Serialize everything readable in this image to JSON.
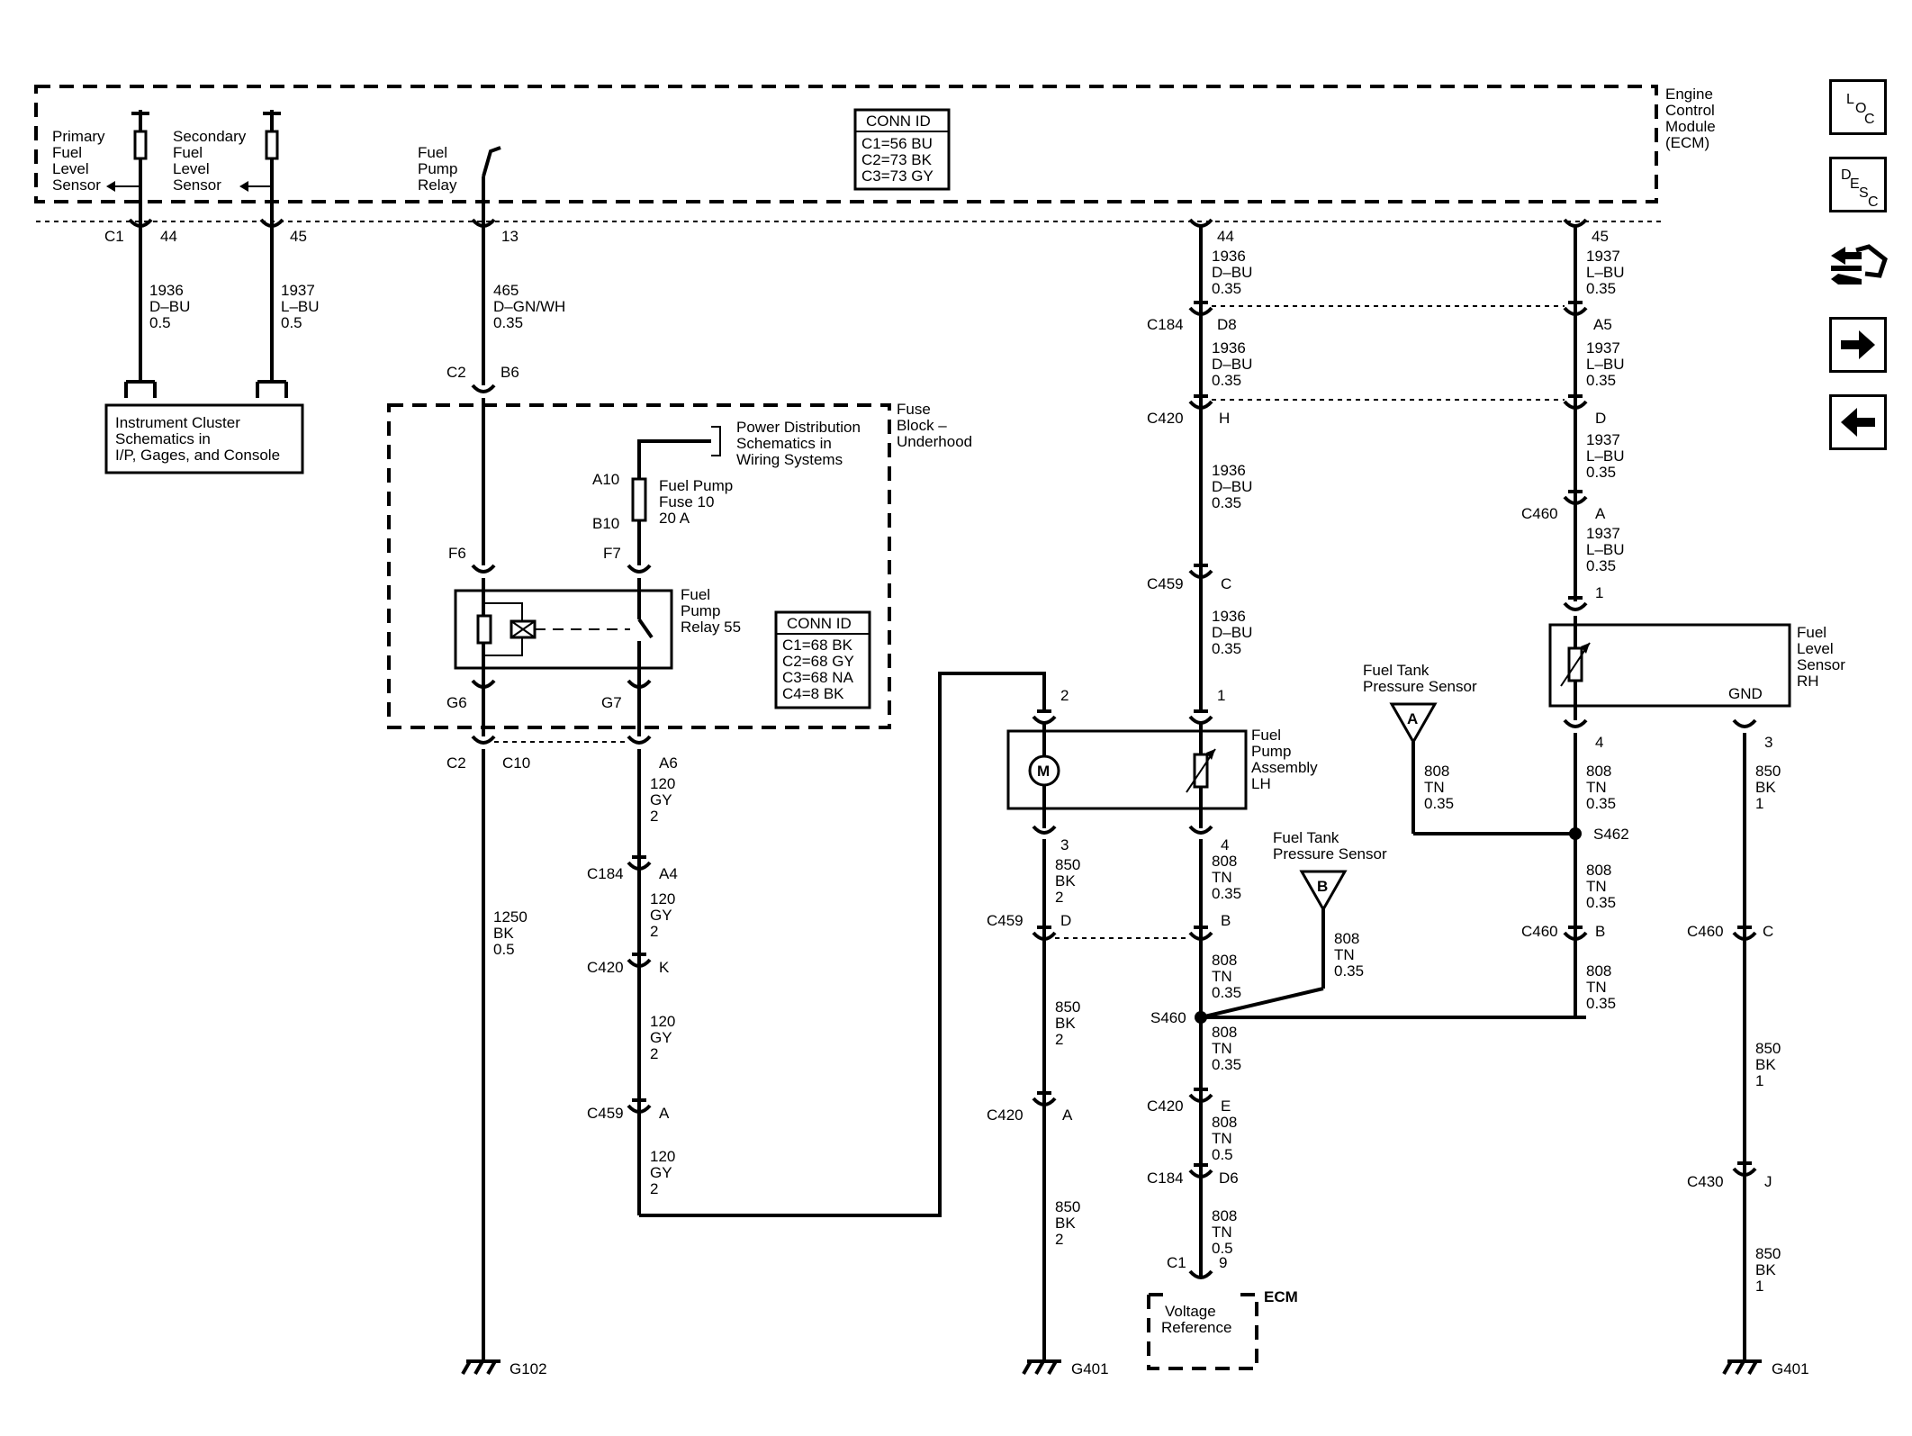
{
  "ecm": {
    "title_lines": [
      "Engine",
      "Control",
      "Module",
      "(ECM)"
    ]
  },
  "ecm_conn": {
    "title": "CONN ID",
    "lines": [
      "C1=56 BU",
      "C2=73 BK",
      "C3=73 GY"
    ]
  },
  "relay_conn": {
    "title": "CONN ID",
    "lines": [
      "C1=68 BK",
      "C2=68 GY",
      "C3=68 NA",
      "C4=8 BK"
    ]
  },
  "ecm_inputs": {
    "primary": [
      "Primary",
      "Fuel",
      "Level",
      "Sensor"
    ],
    "secondary": [
      "Secondary",
      "Fuel",
      "Level",
      "Sensor"
    ],
    "relay": [
      "Fuel",
      "Pump",
      "Relay"
    ]
  },
  "pins": {
    "c1_44": "44",
    "c1_45": "45",
    "c1_13": "13",
    "ecm_44": "44",
    "ecm_45": "45",
    "b6": "B6",
    "f6": "F6",
    "f7": "F7",
    "g6": "G6",
    "g7": "G7",
    "c10": "C10",
    "a10": "A10",
    "b10": "B10",
    "a6": "A6",
    "a4": "A4",
    "k": "K",
    "a": "A",
    "d8": "D8",
    "h": "H",
    "c": "C",
    "p1": "1",
    "p2": "2",
    "p3": "3",
    "p4": "4",
    "b": "B",
    "d": "D",
    "a_c420": "A",
    "e": "E",
    "d6": "D6",
    "p9": "9",
    "a5": "A5",
    "d_r": "D",
    "a_r": "A",
    "p1_r": "1",
    "p4_r": "4",
    "p3_r": "3",
    "b_r": "B",
    "c_r": "C",
    "j_r": "J"
  },
  "connectors": {
    "c1": "C1",
    "c2_top": "C2",
    "c2_bottom": "C2",
    "c184_mid": "C184",
    "c420_mid": "C420",
    "c459_mid": "C459",
    "c184_left": "C184",
    "c420_left": "C420",
    "c459_left": "C459",
    "c459_pump": "C459",
    "c420_pump": "C420",
    "c420_low": "C420",
    "c184_low": "C184",
    "c1_low": "C1",
    "c460_a": "C460",
    "c460_b": "C460",
    "c460_c": "C460",
    "c430": "C430",
    "s460": "S460",
    "s462": "S462"
  },
  "wires": {
    "w1936_a": [
      "1936",
      "D–BU",
      "0.5"
    ],
    "w1937_a": [
      "1937",
      "L–BU",
      "0.5"
    ],
    "w465": [
      "465",
      "D–GN/WH",
      "0.35"
    ],
    "w1250": [
      "1250",
      "BK",
      "0.5"
    ],
    "w120_a": [
      "120",
      "GY",
      "2"
    ],
    "w120_b": [
      "120",
      "GY",
      "2"
    ],
    "w120_c": [
      "120",
      "GY",
      "2"
    ],
    "w120_d": [
      "120",
      "GY",
      "2"
    ],
    "w1936_b": [
      "1936",
      "D–BU",
      "0.35"
    ],
    "w1936_c": [
      "1936",
      "D–BU",
      "0.35"
    ],
    "w1936_d": [
      "1936",
      "D–BU",
      "0.35"
    ],
    "w1936_e": [
      "1936",
      "D–BU",
      "0.35"
    ],
    "w1937_b": [
      "1937",
      "L–BU",
      "0.35"
    ],
    "w1937_c": [
      "1937",
      "L–BU",
      "0.35"
    ],
    "w1937_d": [
      "1937",
      "L–BU",
      "0.35"
    ],
    "w1937_e": [
      "1937",
      "L–BU",
      "0.35"
    ],
    "w850_a": [
      "850",
      "BK",
      "2"
    ],
    "w850_b": [
      "850",
      "BK",
      "2"
    ],
    "w850_c": [
      "850",
      "BK",
      "2"
    ],
    "w808_a": [
      "808",
      "TN",
      "0.35"
    ],
    "w808_b": [
      "808",
      "TN",
      "0.35"
    ],
    "w808_c": [
      "808",
      "TN",
      "0.35"
    ],
    "w808_d": [
      "808",
      "TN",
      "0.35"
    ],
    "w808_e": [
      "808",
      "TN",
      "0.5"
    ],
    "w808_f": [
      "808",
      "TN",
      "0.5"
    ],
    "w808_g": [
      "808",
      "TN",
      "0.35"
    ],
    "w808_h": [
      "808",
      "TN",
      "0.35"
    ],
    "w808_i": [
      "808",
      "TN",
      "0.35"
    ],
    "w808_j": [
      "808",
      "TN",
      "0.35"
    ],
    "w850_r1": [
      "850",
      "BK",
      "1"
    ],
    "w850_r2": [
      "850",
      "BK",
      "1"
    ],
    "w850_r3": [
      "850",
      "BK",
      "1"
    ]
  },
  "components": {
    "cluster": [
      "Instrument Cluster",
      "Schematics in",
      "I/P, Gages, and Console"
    ],
    "fuse_block": [
      "Fuse",
      "Block –",
      "Underhood"
    ],
    "power_dist": [
      "Power Distribution",
      "Schematics in",
      "Wiring Systems"
    ],
    "fuse": [
      "Fuel Pump",
      "Fuse 10",
      "20 A"
    ],
    "relay": [
      "Fuel",
      "Pump",
      "Relay 55"
    ],
    "pump_assembly": [
      "Fuel",
      "Pump",
      "Assembly",
      "LH"
    ],
    "level_sensor_rh": [
      "Fuel",
      "Level",
      "Sensor",
      "RH"
    ],
    "gnd_label": "GND",
    "pressure_a_title": [
      "Fuel Tank",
      "Pressure Sensor"
    ],
    "pressure_b_title": [
      "Fuel Tank",
      "Pressure Sensor"
    ],
    "pressure_a_letter": "A",
    "pressure_b_letter": "B",
    "motor": "M",
    "voltage_ref": [
      "Voltage",
      "Reference"
    ],
    "ecm_small": "ECM"
  },
  "grounds": {
    "g102": "G102",
    "g401_a": "G401",
    "g401_b": "G401"
  },
  "nav": {
    "loc": {
      "l1": "L",
      "l2": "O",
      "l3": "C"
    },
    "desc": {
      "l1": "D",
      "l2": "E",
      "l3": "S",
      "l4": "C"
    }
  }
}
